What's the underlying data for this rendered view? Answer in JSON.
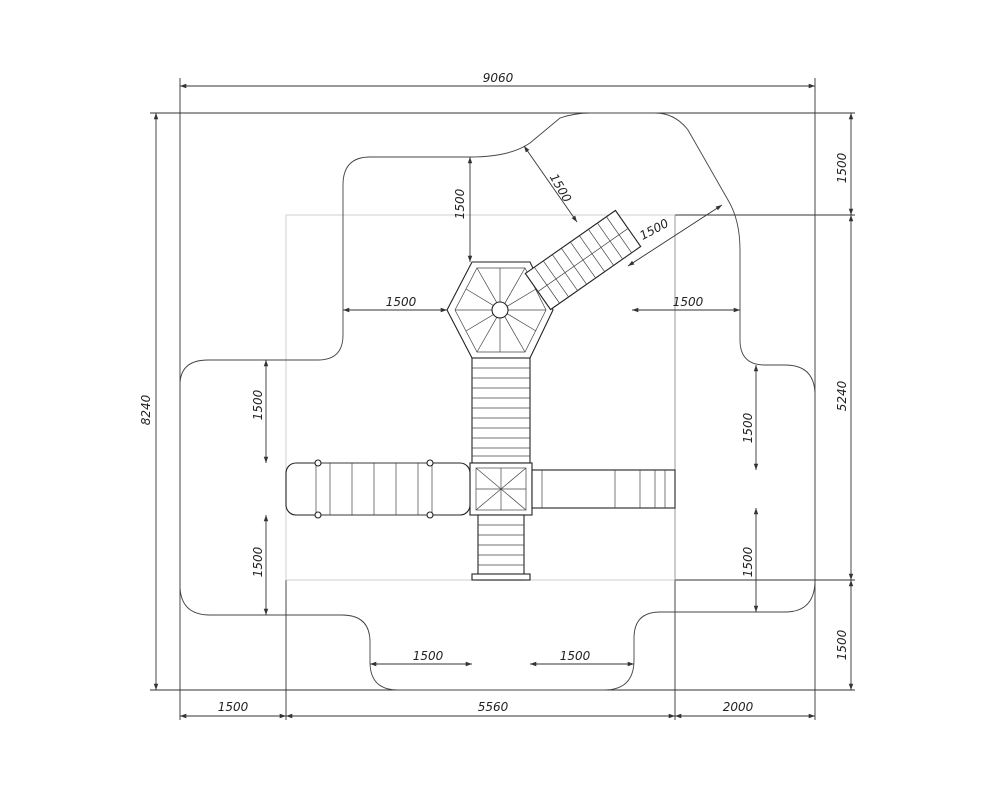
{
  "dimensions": {
    "overall_width": "9060",
    "overall_height": "8240",
    "inner_height": "5240",
    "bottom_left": "1500",
    "bottom_middle": "5560",
    "bottom_right": "2000",
    "right_top": "1500",
    "right_bottom": "1500",
    "top_clearance": "1500",
    "diag_clearance": "1500",
    "stair_clearance": "1500",
    "left_of_tower": "1500",
    "right_of_stair": "1500",
    "left_upper": "1500",
    "left_lower": "1500",
    "right_upper": "1500",
    "right_lower": "1500",
    "bottom_left_inner": "1500",
    "bottom_right_inner": "1500"
  }
}
